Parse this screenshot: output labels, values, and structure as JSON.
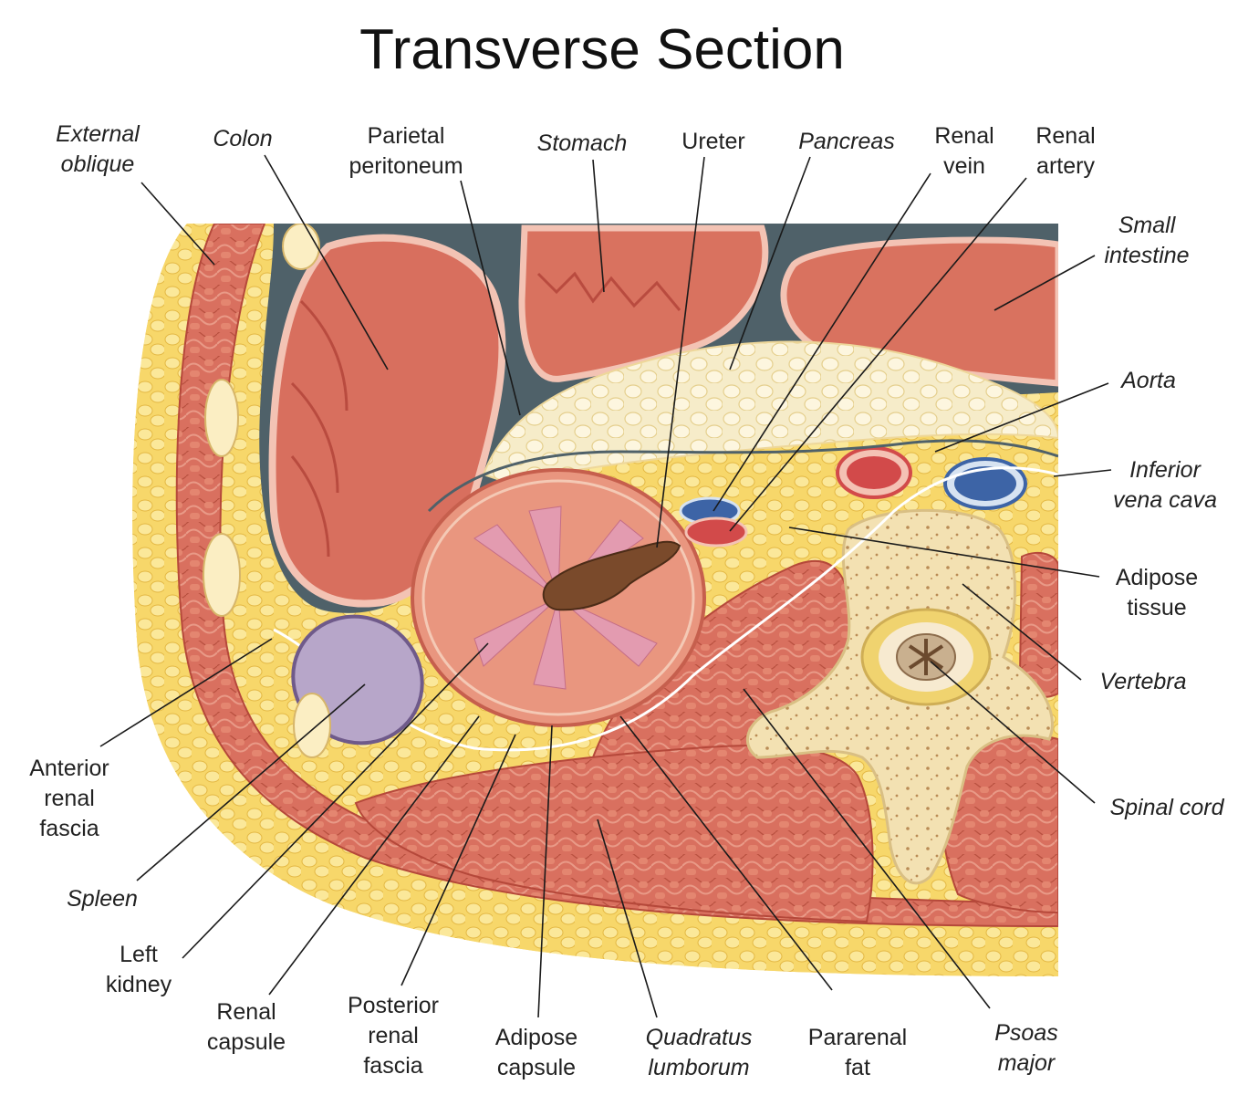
{
  "title": "Transverse Section",
  "labels": {
    "external_oblique": [
      "External",
      "oblique"
    ],
    "colon": [
      "Colon"
    ],
    "parietal_peritoneum": [
      "Parietal",
      "peritoneum"
    ],
    "stomach": [
      "Stomach"
    ],
    "ureter": [
      "Ureter"
    ],
    "pancreas": [
      "Pancreas"
    ],
    "renal_vein": [
      "Renal",
      "vein"
    ],
    "renal_artery": [
      "Renal",
      "artery"
    ],
    "small_intestine": [
      "Small",
      "intestine"
    ],
    "aorta": [
      "Aorta"
    ],
    "inferior_vena_cava": [
      "Inferior",
      "vena cava"
    ],
    "adipose_tissue": [
      "Adipose",
      "tissue"
    ],
    "vertebra": [
      "Vertebra"
    ],
    "spinal_cord": [
      "Spinal cord"
    ],
    "anterior_renal_fascia": [
      "Anterior",
      "renal",
      "fascia"
    ],
    "spleen": [
      "Spleen"
    ],
    "left_kidney": [
      "Left",
      "kidney"
    ],
    "renal_capsule": [
      "Renal",
      "capsule"
    ],
    "posterior_renal_fascia": [
      "Posterior",
      "renal",
      "fascia"
    ],
    "adipose_capsule": [
      "Adipose",
      "capsule"
    ],
    "quadratus_lumborum": [
      "Quadratus",
      "lumborum"
    ],
    "pararenal_fat": [
      "Pararenal",
      "fat"
    ],
    "psoas_major": [
      "Psoas",
      "major"
    ]
  },
  "colors": {
    "muscle": "#d9705f",
    "fat": "#f5d35a",
    "peritoneum_gray": "#4f6169",
    "kidney": "#e9967f",
    "spleen": "#b7a6c9",
    "artery": "#d24a4a",
    "vein": "#3d64a6",
    "bone": "#f3e1b2",
    "organ_wall": "#c9544b"
  }
}
